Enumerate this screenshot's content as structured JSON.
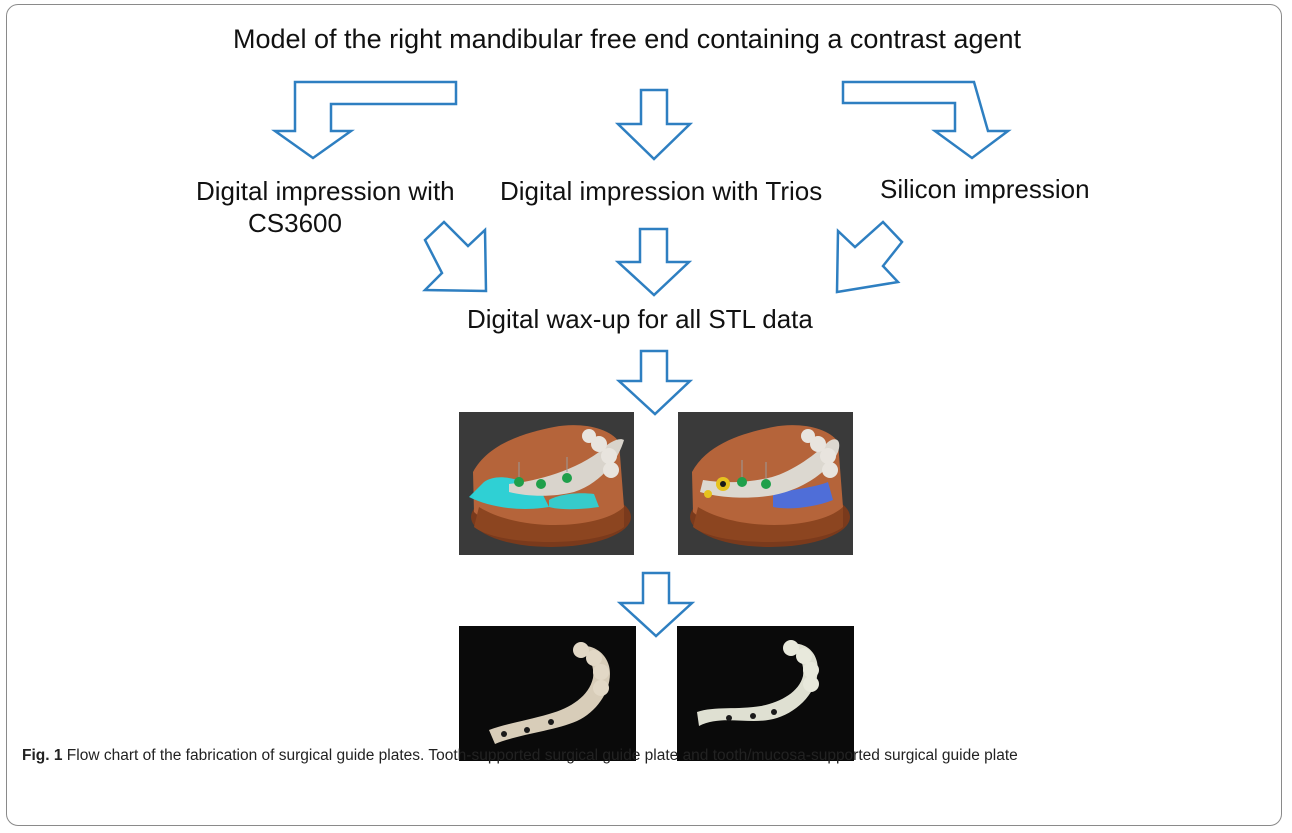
{
  "nodes": {
    "top": "Model of the right mandibular free end containing a contrast agent",
    "cs3600_line1": "Digital impression with",
    "cs3600_line2": "CS3600",
    "trios": "Digital impression with Trios",
    "silicon": "Silicon impression",
    "waxup": "Digital wax-up for all STL data"
  },
  "caption": {
    "label": "Fig. 1",
    "text": "Flow chart of the fabrication of surgical guide plates. Tooth-supported surgical guide plate and tooth/mucosa-supported surgical guide plate"
  },
  "colors": {
    "arrow_stroke": "#2e7fc1",
    "render_bg": "#3a3a3a",
    "model_copper": "#b5643a",
    "photo_bg": "#0a0a0a"
  }
}
